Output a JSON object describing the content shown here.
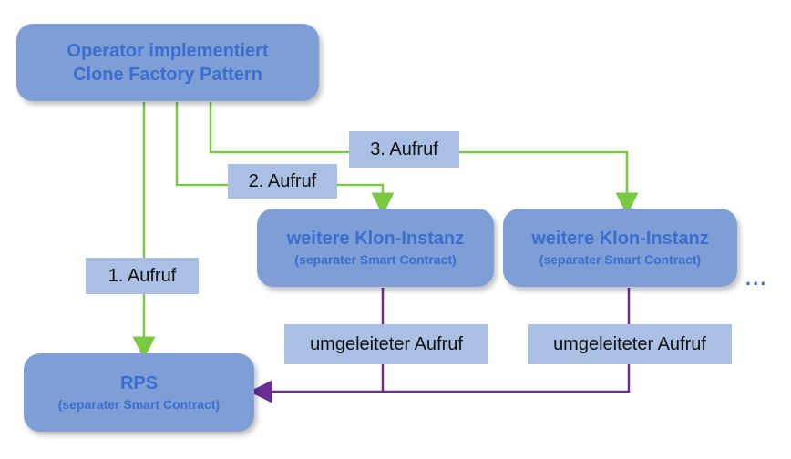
{
  "nodes": {
    "operator": {
      "line1": "Operator implementiert",
      "line2": "Clone Factory Pattern"
    },
    "clone_a": {
      "title": "weitere Klon-Instanz",
      "subtitle": "(separater Smart Contract)"
    },
    "clone_b": {
      "title": "weitere Klon-Instanz",
      "subtitle": "(separater Smart Contract)"
    },
    "rps": {
      "title": "RPS",
      "subtitle": "(separater Smart Contract)"
    }
  },
  "labels": {
    "call1": "1. Aufruf",
    "call2": "2. Aufruf",
    "call3": "3. Aufruf",
    "redirect_a": "umgeleiteter Aufruf",
    "redirect_b": "umgeleiteter Aufruf"
  },
  "ellipsis": "...",
  "colors": {
    "node_fill": "#7f9ed6",
    "node_text": "#3a6fcf",
    "label_fill": "#a9bfe3",
    "green_arrow": "#7ac943",
    "purple_arrow": "#6b2c91"
  }
}
